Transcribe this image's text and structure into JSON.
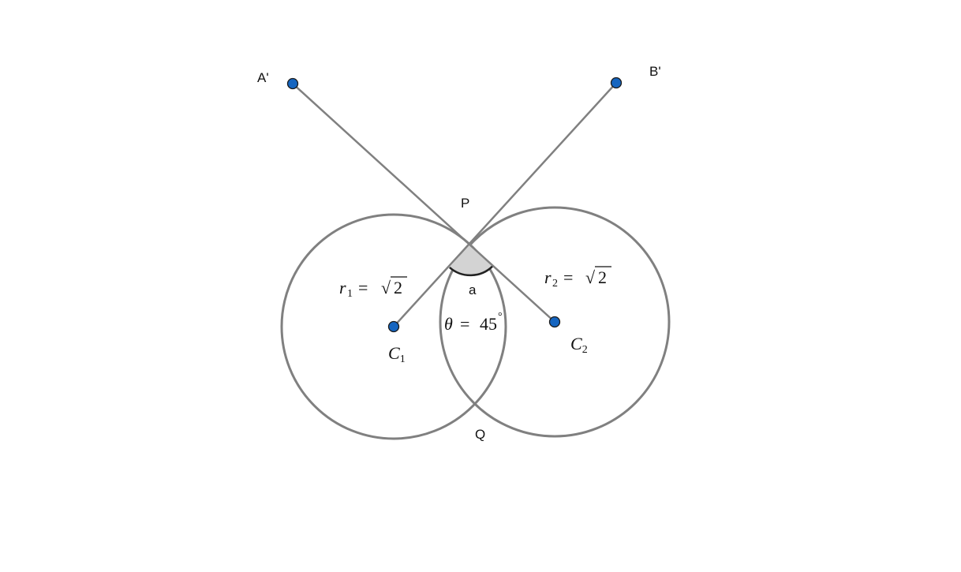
{
  "colors": {
    "circle_stroke": "#808080",
    "segment_stroke": "#808080",
    "point_fill": "#1565c0",
    "angle_fill": "#d3d3d3",
    "angle_arc": "#222222"
  },
  "points": {
    "A_prime": "A'",
    "B_prime": "B'",
    "P": "P",
    "Q": "Q",
    "C1": {
      "letter": "C",
      "sub": "1"
    },
    "C2": {
      "letter": "C",
      "sub": "2"
    }
  },
  "angle": {
    "name": "a",
    "label": {
      "symbol": "θ",
      "equals": "=",
      "value": "45",
      "unit": "°"
    }
  },
  "radii": {
    "r1": {
      "symbol": "r",
      "sub": "1",
      "equals": "=",
      "sqrt_sign": "√",
      "radicand": "2"
    },
    "r2": {
      "symbol": "r",
      "sub": "2",
      "equals": "=",
      "sqrt_sign": "√",
      "radicand": "2"
    }
  }
}
